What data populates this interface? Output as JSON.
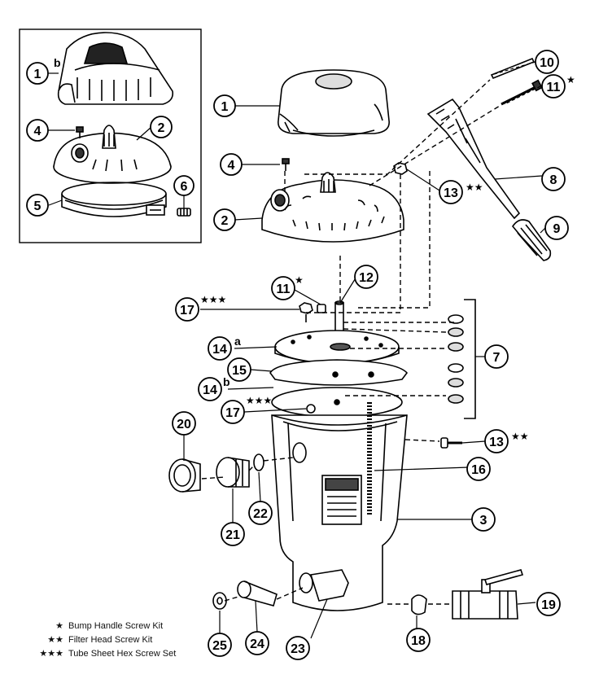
{
  "callouts": {
    "c1b": {
      "num": "1",
      "sub": "b"
    },
    "c2i": {
      "num": "2"
    },
    "c4i": {
      "num": "4"
    },
    "c5": {
      "num": "5"
    },
    "c6": {
      "num": "6"
    },
    "c1": {
      "num": "1"
    },
    "c4": {
      "num": "4"
    },
    "c2": {
      "num": "2"
    },
    "c10": {
      "num": "10"
    },
    "c11a": {
      "num": "11",
      "stars": "★"
    },
    "c8": {
      "num": "8"
    },
    "c9": {
      "num": "9"
    },
    "c13a": {
      "num": "13",
      "stars": "★★"
    },
    "c11b": {
      "num": "11",
      "stars": "★"
    },
    "c12": {
      "num": "12"
    },
    "c17a": {
      "num": "17",
      "stars": "★★★"
    },
    "c14a": {
      "num": "14",
      "sub": "a"
    },
    "c15": {
      "num": "15"
    },
    "c14b": {
      "num": "14",
      "sub": "b"
    },
    "c17b": {
      "num": "17",
      "stars": "★★★"
    },
    "c7": {
      "num": "7"
    },
    "c20": {
      "num": "20"
    },
    "c13b": {
      "num": "13",
      "stars": "★★"
    },
    "c16": {
      "num": "16"
    },
    "c22": {
      "num": "22"
    },
    "c21": {
      "num": "21"
    },
    "c3": {
      "num": "3"
    },
    "c19": {
      "num": "19"
    },
    "c25": {
      "num": "25"
    },
    "c24": {
      "num": "24"
    },
    "c23": {
      "num": "23"
    },
    "c18": {
      "num": "18"
    }
  },
  "legend": [
    {
      "stars": "★",
      "label": "Bump Handle Screw Kit"
    },
    {
      "stars": "★★",
      "label": "Filter Head Screw Kit"
    },
    {
      "stars": "★★★",
      "label": "Tube Sheet Hex Screw Set"
    }
  ]
}
